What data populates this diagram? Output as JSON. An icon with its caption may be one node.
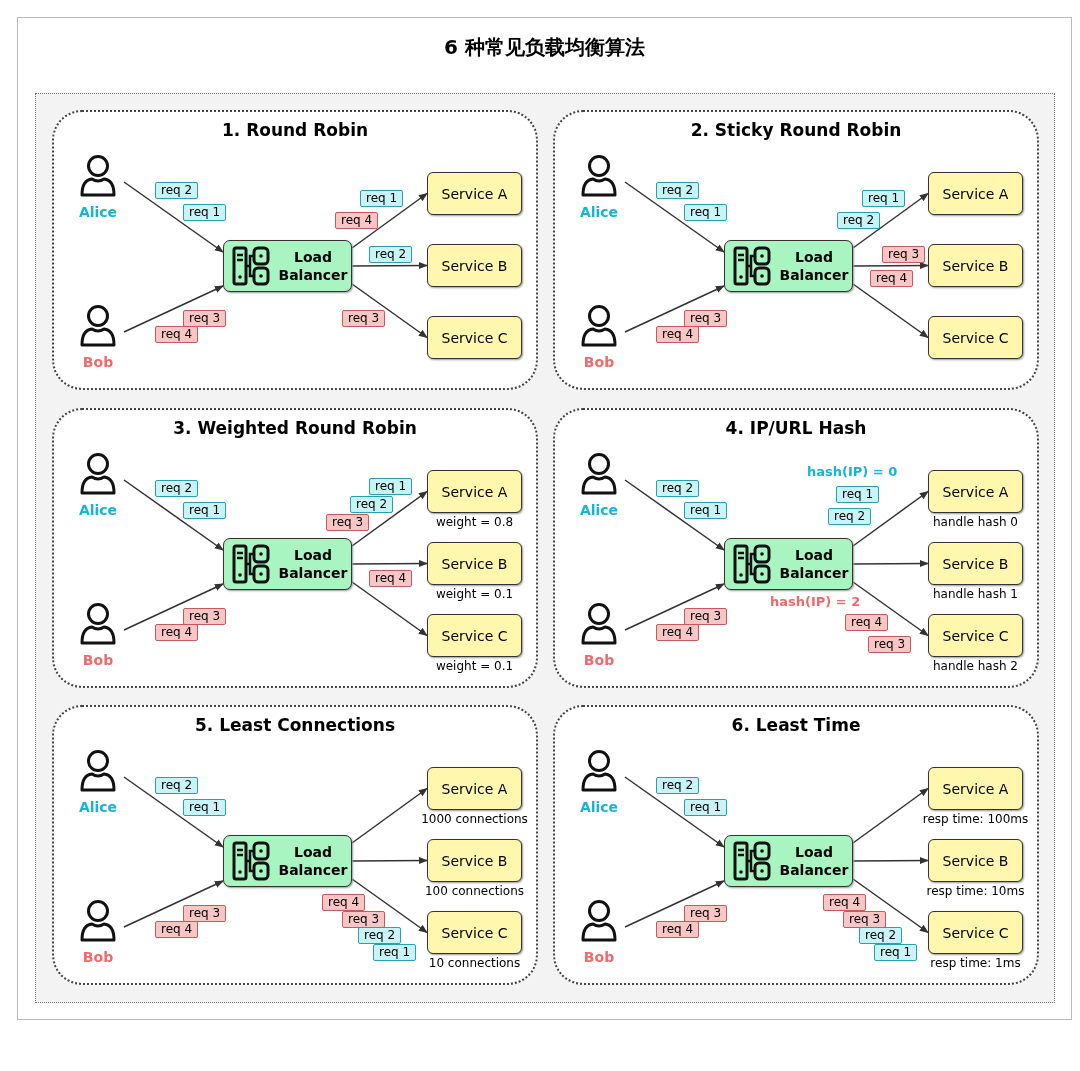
{
  "diagram": {
    "title": "6 种常见负载均衡算法",
    "nodes": [
      {
        "text": [
          "1. Round Robin"
        ]
      },
      {
        "text": [
          "Alice"
        ],
        "in": 0
      },
      {
        "text": [
          "req 2"
        ],
        "in": 0
      },
      {
        "text": [
          "req 1"
        ],
        "in": 0
      },
      {
        "text": [
          "Bob"
        ],
        "in": 0
      },
      {
        "text": [
          "req 3"
        ],
        "in": 0
      },
      {
        "text": [
          "req 4"
        ],
        "in": 0
      },
      {
        "text": [
          "Load Balancer"
        ],
        "in": 0
      },
      {
        "text": [
          "req 1"
        ],
        "in": 0
      },
      {
        "text": [
          "req 4"
        ],
        "in": 0
      },
      {
        "text": [
          "req 2"
        ],
        "in": 0
      },
      {
        "text": [
          "req 3"
        ],
        "in": 0
      },
      {
        "text": [
          "Service A"
        ],
        "in": 0
      },
      {
        "text": [
          "Service B"
        ],
        "in": 0
      },
      {
        "text": [
          "Service C"
        ],
        "in": 0
      },
      {
        "text": [
          "2. Sticky Round Robin"
        ]
      },
      {
        "text": [
          "Alice"
        ],
        "in": 15
      },
      {
        "text": [
          "req 2"
        ],
        "in": 15
      },
      {
        "text": [
          "req 1"
        ],
        "in": 15
      },
      {
        "text": [
          "Bob"
        ],
        "in": 15
      },
      {
        "text": [
          "req 3"
        ],
        "in": 15
      },
      {
        "text": [
          "req 4"
        ],
        "in": 15
      },
      {
        "text": [
          "Load Balancer"
        ],
        "in": 15
      },
      {
        "text": [
          "req 1"
        ],
        "in": 15
      },
      {
        "text": [
          "req 2"
        ],
        "in": 15
      },
      {
        "text": [
          "req 3"
        ],
        "in": 15
      },
      {
        "text": [
          "req 4"
        ],
        "in": 15
      },
      {
        "text": [
          "Service A"
        ],
        "in": 15
      },
      {
        "text": [
          "Service B"
        ],
        "in": 15
      },
      {
        "text": [
          "Service C"
        ],
        "in": 15
      },
      {
        "text": [
          "3. Weighted Round Robin"
        ]
      },
      {
        "text": [
          "Alice"
        ],
        "in": 30
      },
      {
        "text": [
          "req 2"
        ],
        "in": 30
      },
      {
        "text": [
          "req 1"
        ],
        "in": 30
      },
      {
        "text": [
          "Bob"
        ],
        "in": 30
      },
      {
        "text": [
          "req 3"
        ],
        "in": 30
      },
      {
        "text": [
          "req 4"
        ],
        "in": 30
      },
      {
        "text": [
          "Load Balancer"
        ],
        "in": 30
      },
      {
        "text": [
          "req 1"
        ],
        "in": 30
      },
      {
        "text": [
          "req 2"
        ],
        "in": 30
      },
      {
        "text": [
          "req 3"
        ],
        "in": 30
      },
      {
        "text": [
          "req 4"
        ],
        "in": 30
      },
      {
        "text": [
          "Service A"
        ],
        "in": 30,
        "beside": [
          "weight = 0.8"
        ]
      },
      {
        "text": [
          "Service B"
        ],
        "in": 30,
        "beside": [
          "weight = 0.1"
        ]
      },
      {
        "text": [
          "Service C"
        ],
        "in": 30,
        "beside": [
          "weight = 0.1"
        ]
      },
      {
        "text": [
          "4. IP/URL Hash"
        ]
      },
      {
        "text": [
          "Alice"
        ],
        "in": 45
      },
      {
        "text": [
          "req 2"
        ],
        "in": 45
      },
      {
        "text": [
          "req 1"
        ],
        "in": 45
      },
      {
        "text": [
          "Bob"
        ],
        "in": 45
      },
      {
        "text": [
          "req 3"
        ],
        "in": 45
      },
      {
        "text": [
          "req 4"
        ],
        "in": 45
      },
      {
        "text": [
          "Load Balancer"
        ],
        "in": 45
      },
      {
        "text": [
          "req 1"
        ],
        "in": 45
      },
      {
        "text": [
          "req 2"
        ],
        "in": 45
      },
      {
        "text": [
          "req 4"
        ],
        "in": 45
      },
      {
        "text": [
          "req 3"
        ],
        "in": 45
      },
      {
        "text": [
          "Service A"
        ],
        "in": 45,
        "beside": [
          "handle hash 0"
        ]
      },
      {
        "text": [
          "Service B"
        ],
        "in": 45,
        "beside": [
          "handle hash 1"
        ]
      },
      {
        "text": [
          "Service C"
        ],
        "in": 45,
        "beside": [
          "handle hash 2"
        ]
      },
      {
        "text": [
          "5. Least Connections"
        ]
      },
      {
        "text": [
          "Alice"
        ],
        "in": 60
      },
      {
        "text": [
          "req 2"
        ],
        "in": 60
      },
      {
        "text": [
          "req 1"
        ],
        "in": 60
      },
      {
        "text": [
          "Bob"
        ],
        "in": 60
      },
      {
        "text": [
          "req 3"
        ],
        "in": 60
      },
      {
        "text": [
          "req 4"
        ],
        "in": 60
      },
      {
        "text": [
          "Load Balancer"
        ],
        "in": 60
      },
      {
        "text": [
          "req 4"
        ],
        "in": 60
      },
      {
        "text": [
          "req 3"
        ],
        "in": 60
      },
      {
        "text": [
          "req 2"
        ],
        "in": 60
      },
      {
        "text": [
          "req 1"
        ],
        "in": 60
      },
      {
        "text": [
          "Service A"
        ],
        "in": 60,
        "beside": [
          "1000 connections"
        ]
      },
      {
        "text": [
          "Service B"
        ],
        "in": 60,
        "beside": [
          "100 connections"
        ]
      },
      {
        "text": [
          "Service C"
        ],
        "in": 60,
        "beside": [
          "10 connections"
        ]
      },
      {
        "text": [
          "6. Least Time"
        ]
      },
      {
        "text": [
          "Alice"
        ],
        "in": 75
      },
      {
        "text": [
          "req 2"
        ],
        "in": 75
      },
      {
        "text": [
          "req 1"
        ],
        "in": 75
      },
      {
        "text": [
          "Bob"
        ],
        "in": 75
      },
      {
        "text": [
          "req 3"
        ],
        "in": 75
      },
      {
        "text": [
          "req 4"
        ],
        "in": 75
      },
      {
        "text": [
          "Load Balancer"
        ],
        "in": 75
      },
      {
        "text": [
          "req 4"
        ],
        "in": 75
      },
      {
        "text": [
          "req 3"
        ],
        "in": 75
      },
      {
        "text": [
          "req 2"
        ],
        "in": 75
      },
      {
        "text": [
          "req 1"
        ],
        "in": 75
      },
      {
        "text": [
          "Service A"
        ],
        "in": 75,
        "beside": [
          "resp time: 100ms"
        ]
      },
      {
        "text": [
          "Service B"
        ],
        "in": 75,
        "beside": [
          "resp time: 10ms"
        ]
      },
      {
        "text": [
          "Service C"
        ],
        "in": 75,
        "beside": [
          "resp time: 1ms"
        ]
      }
    ],
    "edges": [
      {
        "from": 1,
        "to": 7,
        "arrow": "to"
      },
      {
        "from": 4,
        "to": 7,
        "arrow": "to"
      },
      {
        "from": 7,
        "to": 12,
        "arrow": "to"
      },
      {
        "from": 7,
        "to": 13,
        "arrow": "to"
      },
      {
        "from": 7,
        "to": 14,
        "arrow": "to"
      },
      {
        "from": 16,
        "to": 22,
        "arrow": "to"
      },
      {
        "from": 19,
        "to": 22,
        "arrow": "to"
      },
      {
        "from": 22,
        "to": 27,
        "arrow": "to"
      },
      {
        "from": 22,
        "to": 28,
        "arrow": "to"
      },
      {
        "from": 22,
        "to": 29,
        "arrow": "to"
      },
      {
        "from": 31,
        "to": 37,
        "arrow": "to"
      },
      {
        "from": 34,
        "to": 37,
        "arrow": "to"
      },
      {
        "from": 37,
        "to": 42,
        "arrow": "to"
      },
      {
        "from": 37,
        "to": 43,
        "arrow": "to"
      },
      {
        "from": 37,
        "to": 44,
        "arrow": "to"
      },
      {
        "from": 46,
        "to": 52,
        "arrow": "to"
      },
      {
        "from": 49,
        "to": 52,
        "arrow": "to"
      },
      {
        "from": 52,
        "to": 57,
        "arrow": "to"
      },
      {
        "from": 52,
        "to": 58,
        "arrow": "to"
      },
      {
        "from": 52,
        "to": 59,
        "arrow": "to"
      },
      {
        "from": 61,
        "to": 67,
        "arrow": "to"
      },
      {
        "from": 64,
        "to": 67,
        "arrow": "to"
      },
      {
        "from": 67,
        "to": 72,
        "arrow": "to"
      },
      {
        "from": 67,
        "to": 73,
        "arrow": "to"
      },
      {
        "from": 67,
        "to": 74,
        "arrow": "to"
      },
      {
        "from": 76,
        "to": 82,
        "arrow": "to"
      },
      {
        "from": 79,
        "to": 82,
        "arrow": "to"
      },
      {
        "from": 82,
        "to": 87,
        "arrow": "to"
      },
      {
        "from": 82,
        "to": 88,
        "arrow": "to"
      },
      {
        "from": 82,
        "to": 89,
        "arrow": "to"
      }
    ],
    "labels": [
      "hash(IP) = 0",
      "hash(IP) = 2"
    ]
  }
}
